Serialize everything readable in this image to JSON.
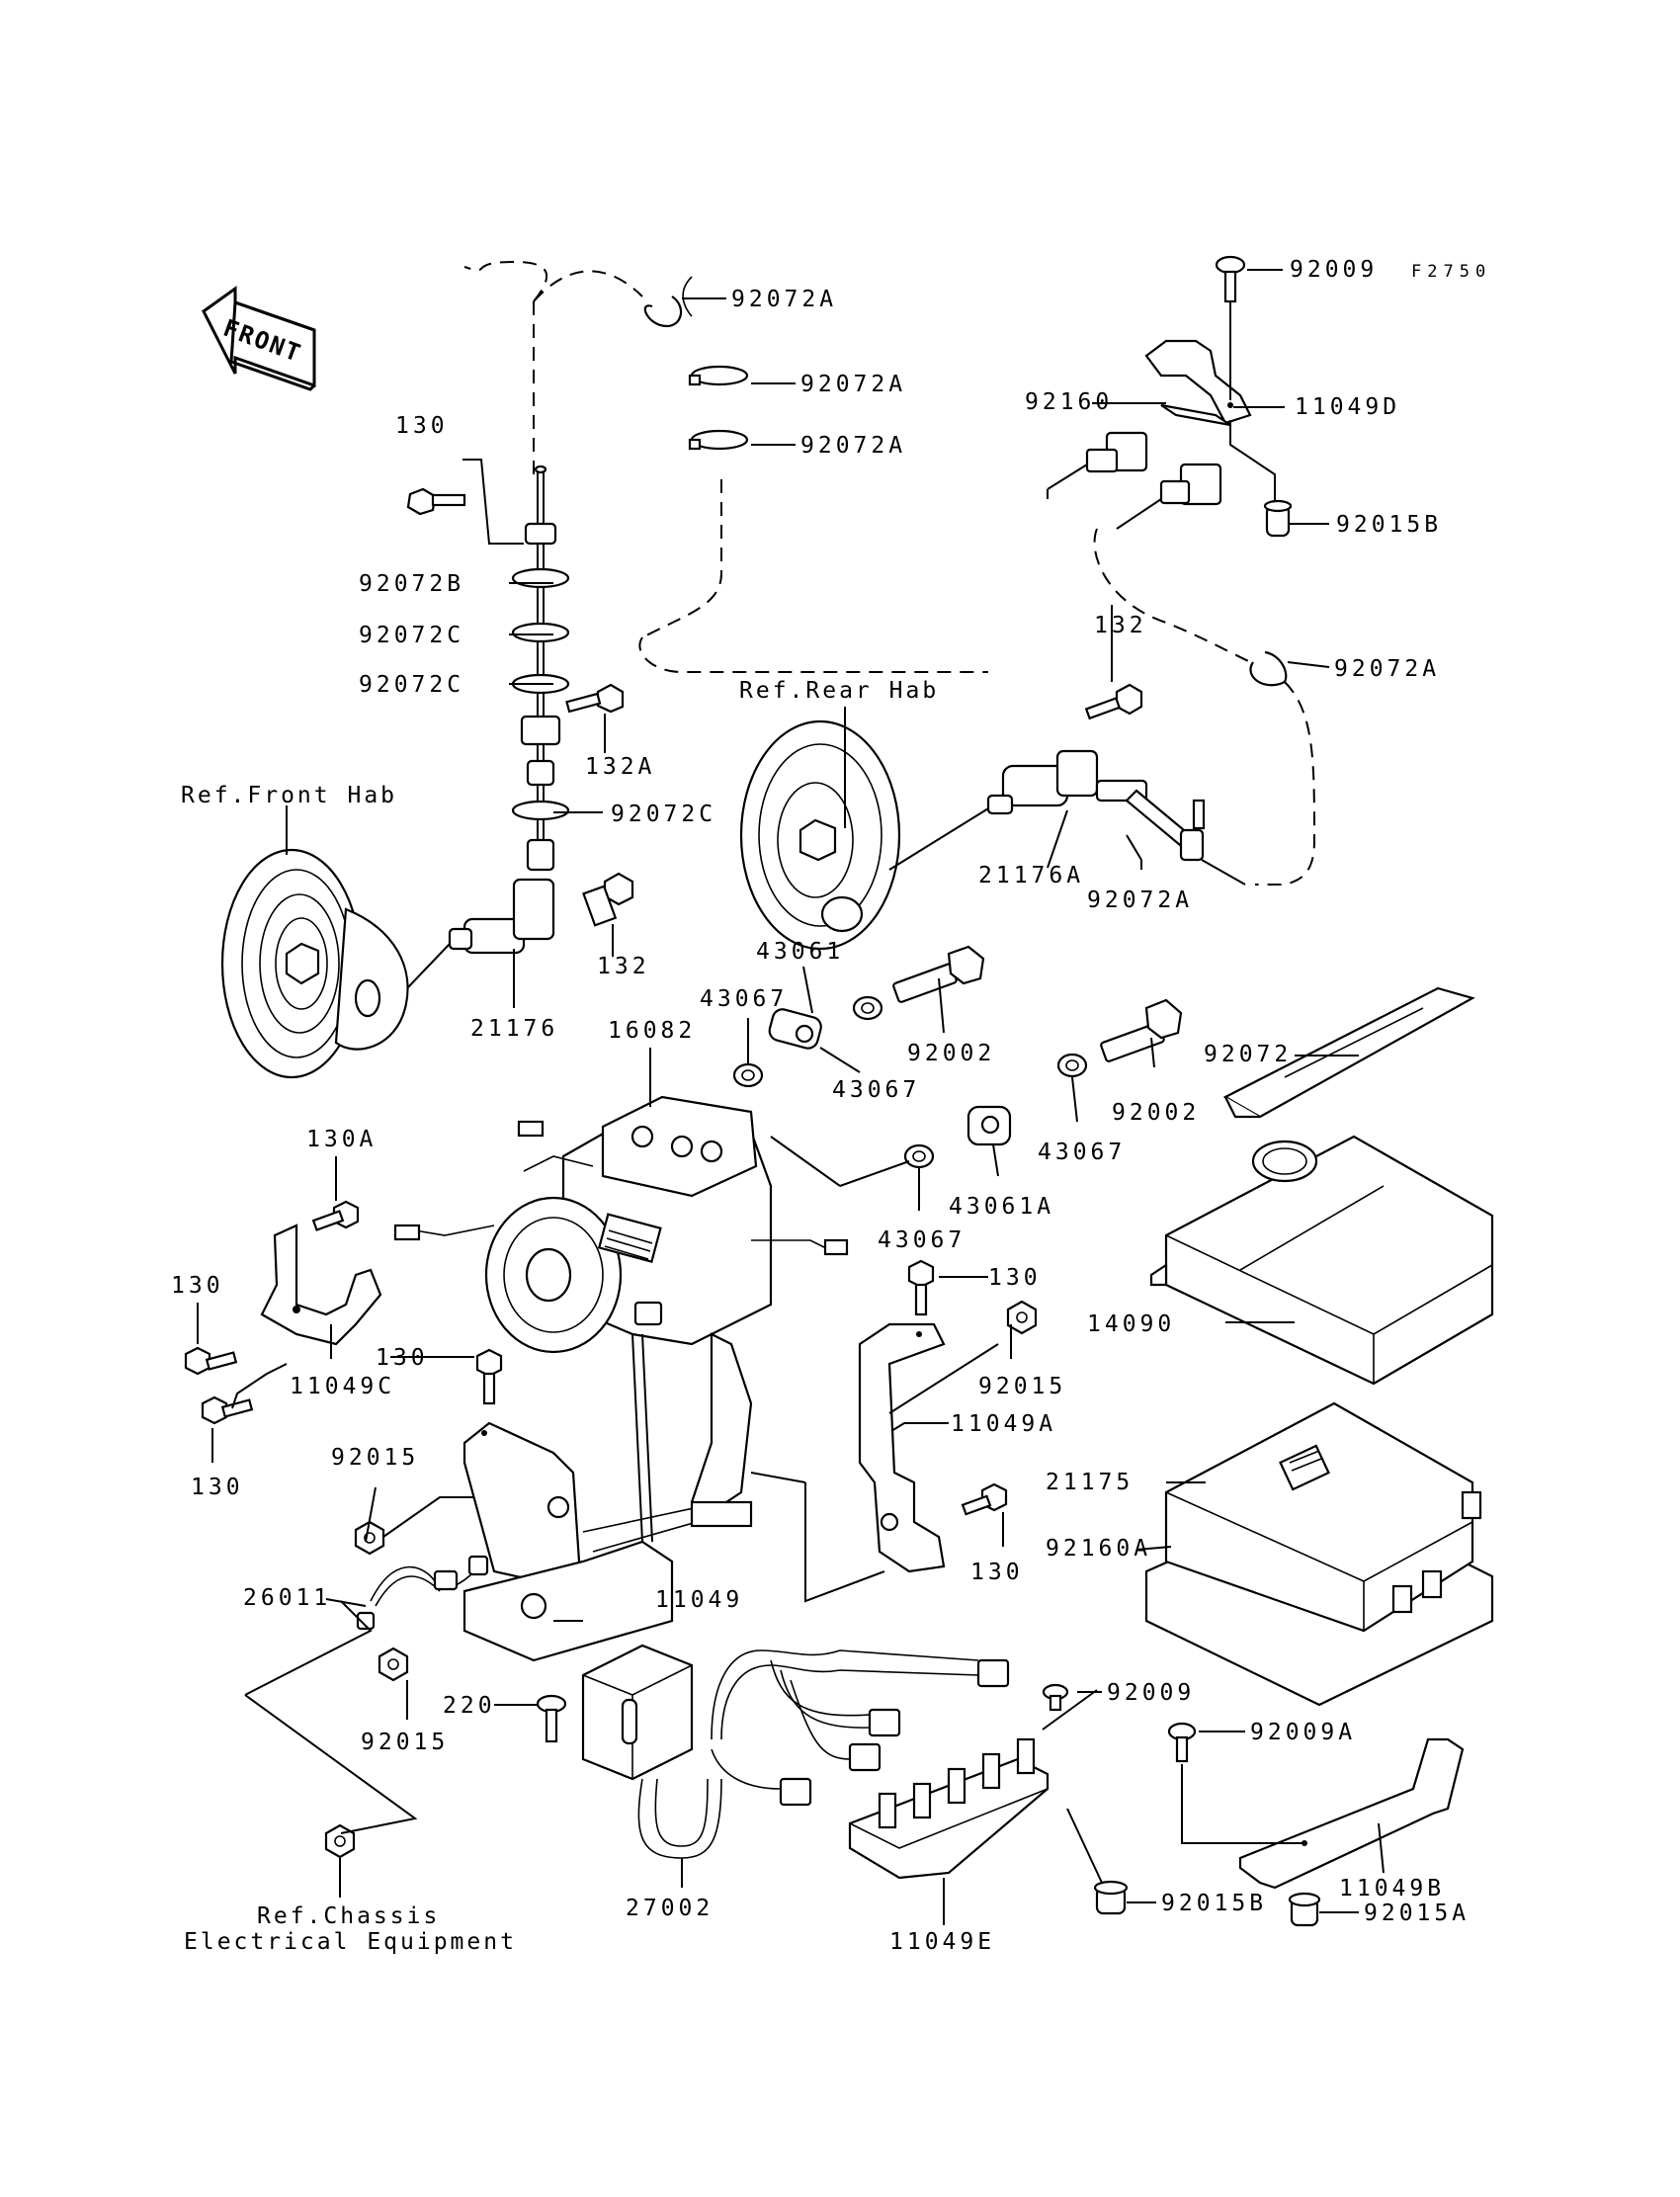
{
  "diagram": {
    "figure_code": "F2750",
    "front_arrow_label": "FRONT",
    "references": {
      "front_hub": "Ref.Front Hab",
      "rear_hub": "Ref.Rear Hab",
      "chassis_line1": "Ref.Chassis",
      "chassis_line2": "Electrical Equipment"
    },
    "labels": {
      "p92009_top": "92009",
      "p92072A_1": "92072A",
      "p92072A_2": "92072A",
      "p92072A_3": "92072A",
      "p92072A_4": "92072A",
      "p92072A_5": "92072A",
      "p92160": "92160",
      "p11049D": "11049D",
      "p92015B_top": "92015B",
      "p130_top": "130",
      "p92072B": "92072B",
      "p92072C_1": "92072C",
      "p92072C_2": "92072C",
      "p92072C_3": "92072C",
      "p132A": "132A",
      "p132_rear": "132",
      "p132_front": "132",
      "p21176": "21176",
      "p21176A": "21176A",
      "p43061": "43061",
      "p43067_1": "43067",
      "p43067_2": "43067",
      "p43067_3": "43067",
      "p43067_4": "43067",
      "p92002_1": "92002",
      "p92002_2": "92002",
      "p16082": "16082",
      "p43061A": "43061A",
      "p92072": "92072",
      "p130A": "130A",
      "p130_left": "130",
      "p11049C": "11049C",
      "p130_lower_left": "130",
      "p130_mid": "130",
      "p130_right": "130",
      "p130_bracket": "130",
      "p92015_mid": "92015",
      "p11049A": "11049A",
      "p14090": "14090",
      "p92015_left": "92015",
      "p21175": "21175",
      "p92160A": "92160A",
      "p26011": "26011",
      "p11049": "11049",
      "p92015_lower": "92015",
      "p220": "220",
      "p92009_mid": "92009",
      "p92009A": "92009A",
      "p27002": "27002",
      "p11049E": "11049E",
      "p92015B_bottom": "92015B",
      "p11049B": "11049B",
      "p92015A": "92015A"
    }
  }
}
